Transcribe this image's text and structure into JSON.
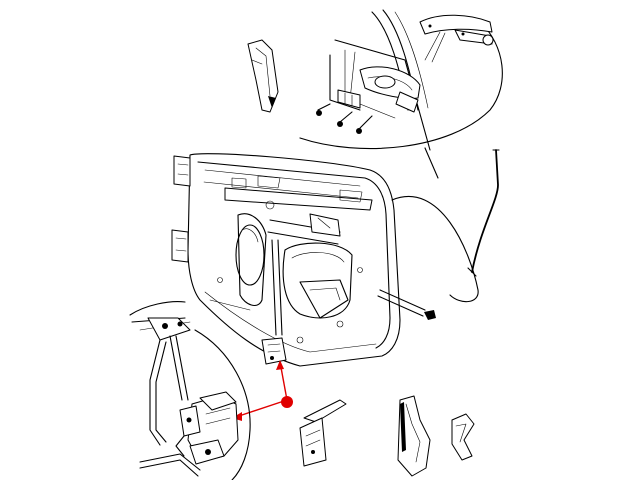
{
  "diagram": {
    "type": "exploded-parts-illustration",
    "subject": "front-door-latch-assembly",
    "callout_color": "#e00000",
    "line_color": "#000000",
    "background": "#ffffff",
    "parts": [
      {
        "id": "exterior-handle",
        "icon": "door-handle-icon"
      },
      {
        "id": "handle-bezel-cover",
        "icon": "bezel-cover-icon"
      },
      {
        "id": "linkage-rod",
        "icon": "rod-icon"
      },
      {
        "id": "door-inner-panel",
        "icon": "door-panel-icon"
      },
      {
        "id": "latch-assembly",
        "icon": "latch-icon"
      },
      {
        "id": "latch-shield",
        "icon": "shield-plate-icon"
      },
      {
        "id": "weather-seal",
        "icon": "seal-icon"
      },
      {
        "id": "latch-clip",
        "icon": "clip-icon"
      },
      {
        "id": "screws",
        "icon": "screw-icon"
      }
    ]
  }
}
